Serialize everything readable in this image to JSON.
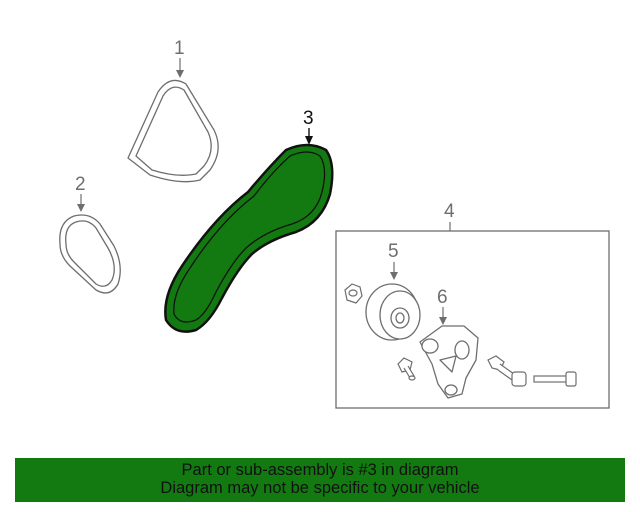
{
  "callouts": {
    "c1": "1",
    "c2": "2",
    "c3": "3",
    "c4": "4",
    "c5": "5",
    "c6": "6"
  },
  "highlight_color": "#137a12",
  "footer": {
    "line1": "Part or sub-assembly is #3 in diagram",
    "line2": "Diagram may not be specific to your vehicle"
  }
}
